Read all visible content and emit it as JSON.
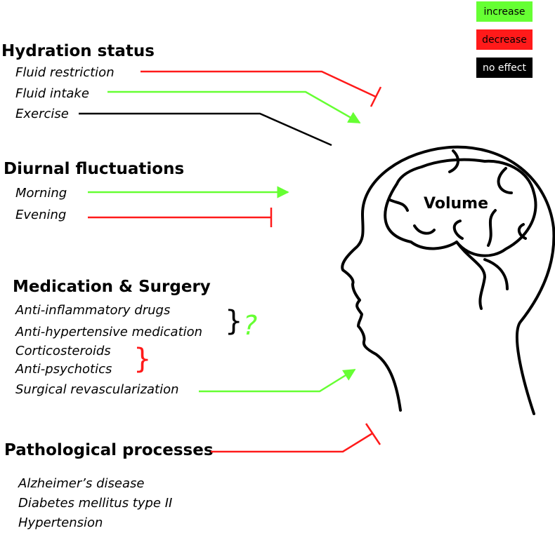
{
  "legend": {
    "increase": {
      "label": "increase",
      "color": "#66ff33"
    },
    "decrease": {
      "label": "decrease",
      "color": "#ff1a1a"
    },
    "no_effect": {
      "label": "no effect",
      "color": "#000000"
    }
  },
  "hydration": {
    "title": "Hydration status",
    "items": [
      "Fluid restriction",
      "Fluid intake",
      "Exercise"
    ],
    "effects": [
      "decrease",
      "increase",
      "no effect"
    ]
  },
  "diurnal": {
    "title": "Diurnal fluctuations",
    "items": [
      "Morning",
      "Evening"
    ],
    "effects": [
      "increase",
      "decrease"
    ]
  },
  "medication": {
    "title": "Medication & Surgery",
    "items": [
      "Anti-inflammatory drugs",
      "Anti-hypertensive medication",
      "Corticosteroids",
      "Anti-psychotics",
      "Surgical revascularization"
    ],
    "uncertain_mark": "?",
    "effects": [
      "uncertain",
      "uncertain",
      "decrease",
      "decrease",
      "increase"
    ]
  },
  "pathology": {
    "title": "Pathological processes",
    "items": [
      "Alzheimer’s disease",
      "Diabetes mellitus type II",
      "Hypertension"
    ],
    "effect": "decrease"
  },
  "brain": {
    "label": "Volume",
    "icon": "head-with-brain-icon"
  }
}
